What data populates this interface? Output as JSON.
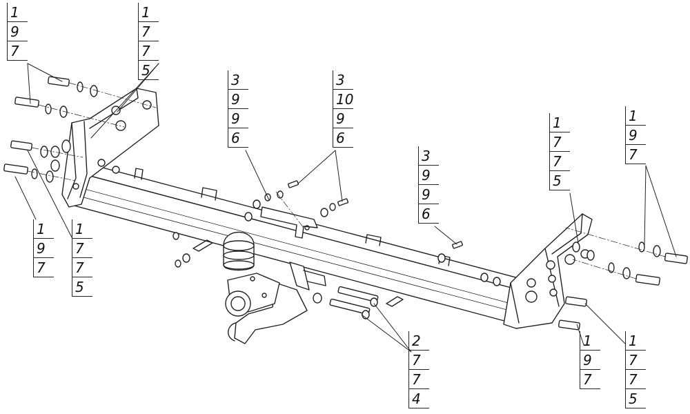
{
  "callouts": [
    {
      "id": "c1",
      "values": [
        "1",
        "9",
        "7"
      ]
    },
    {
      "id": "c2",
      "values": [
        "1",
        "7",
        "7",
        "5"
      ]
    },
    {
      "id": "c3",
      "values": [
        "1",
        "9",
        "7"
      ]
    },
    {
      "id": "c4",
      "values": [
        "1",
        "7",
        "7",
        "5"
      ]
    },
    {
      "id": "c5",
      "values": [
        "3",
        "9",
        "9",
        "6"
      ]
    },
    {
      "id": "c6",
      "values": [
        "3",
        "10",
        "9",
        "6"
      ]
    },
    {
      "id": "c7",
      "values": [
        "3",
        "9",
        "9",
        "6"
      ]
    },
    {
      "id": "c8",
      "values": [
        "1",
        "7",
        "7",
        "5"
      ]
    },
    {
      "id": "c9",
      "values": [
        "1",
        "9",
        "7"
      ]
    },
    {
      "id": "c10",
      "values": [
        "2",
        "7",
        "7",
        "4"
      ]
    },
    {
      "id": "c11",
      "values": [
        "1",
        "9",
        "7"
      ]
    },
    {
      "id": "c12",
      "values": [
        "1",
        "7",
        "7",
        "5"
      ]
    }
  ],
  "colors": {
    "line": "#222222",
    "background": "#ffffff"
  }
}
